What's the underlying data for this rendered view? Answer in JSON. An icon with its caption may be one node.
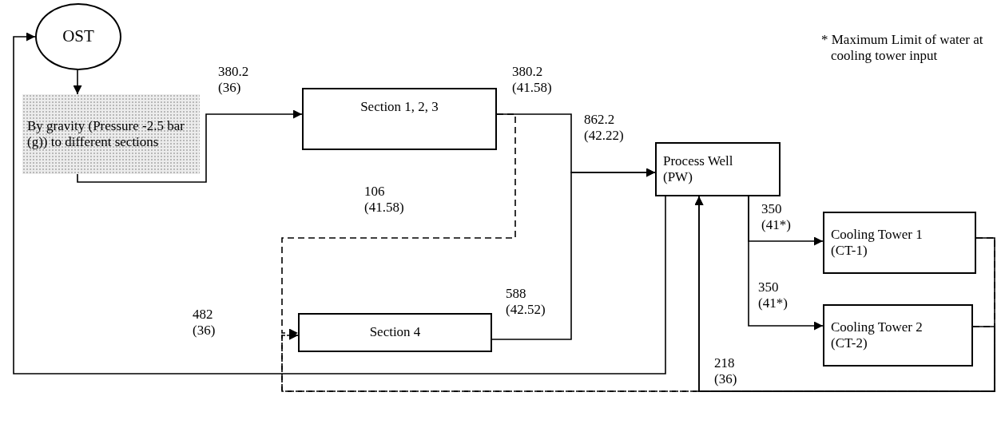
{
  "diagram": {
    "nodes": [
      {
        "text": [
          "OST"
        ]
      },
      {
        "text": [
          "By gravity (Pressure -2.5 bar (g)) to different sections"
        ]
      },
      {
        "text": [
          "Section 1, 2, 3"
        ]
      },
      {
        "text": [
          "Process Well (PW)"
        ]
      },
      {
        "text": [
          "Cooling Tower 1 (CT-1)"
        ]
      },
      {
        "text": [
          "Cooling Tower 2 (CT-2)"
        ]
      },
      {
        "text": [
          "Section 4"
        ]
      }
    ],
    "edges": [
      {
        "from": 0,
        "to": 1,
        "arrow": "to"
      },
      {
        "from": 1,
        "to": 2,
        "arrow": "to",
        "label": "380.2 (36)"
      },
      {
        "from": 2,
        "to": 3,
        "arrow": "to",
        "label": "380.2 (41.58)"
      },
      {
        "from": 2,
        "to": 6,
        "arrow": "to",
        "label": "106 (41.58)",
        "style": "dashed"
      },
      {
        "from": 6,
        "to": 3,
        "arrow": "to",
        "label": "588 (42.52)"
      },
      {
        "from": 3,
        "to": 0,
        "arrow": "to",
        "label": "482 (36)"
      },
      {
        "from": 3,
        "to": 4,
        "arrow": "to",
        "label": "350 (41*)"
      },
      {
        "from": 3,
        "to": 5,
        "arrow": "to",
        "label": "350 (41*)"
      },
      {
        "from": 4,
        "to": 3,
        "arrow": "to",
        "label": "218 (36)"
      },
      {
        "from": 5,
        "to": 3,
        "arrow": "to"
      },
      {
        "from": 4,
        "to": 6,
        "arrow": "to",
        "style": "dashed"
      },
      {
        "from": 5,
        "to": 6,
        "arrow": "to",
        "style": "dashed"
      }
    ],
    "labels": [
      "862.2 (42.22)",
      "* Maximum Limit of water at cooling tower input"
    ]
  }
}
